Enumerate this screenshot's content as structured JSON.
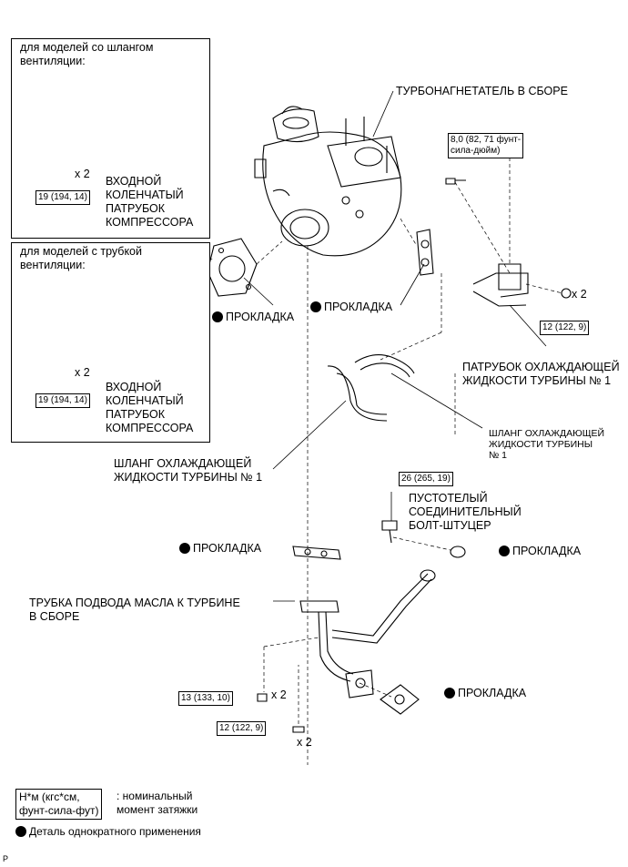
{
  "insets": {
    "hose_title": "для моделей со шлангом\nвентиляции:",
    "pipe_title": "для моделей с трубкой\nвентиляции:",
    "elbow_label": "ВХОДНОЙ\nКОЛЕНЧАТЫЙ\nПАТРУБОК\nКОМПРЕССОРА",
    "qty2": "x 2",
    "torque_19": "19 (194, 14)"
  },
  "labels": {
    "turbo_assy": "ТУРБОНАГНЕТАТЕЛЬ В СБОРЕ",
    "gasket": "ПРОКЛАДКА",
    "coolant_pipe": "ПАТРУБОК ОХЛАЖДАЮЩЕЙ\nЖИДКОСТИ ТУРБИНЫ № 1",
    "coolant_hose_right": "ШЛАНГ ОХЛАЖДАЮЩЕЙ\nЖИДКОСТИ ТУРБИНЫ\n№ 1",
    "coolant_hose_left": "ШЛАНГ ОХЛАЖДАЮЩЕЙ\nЖИДКОСТИ ТУРБИНЫ № 1",
    "union_bolt": "ПУСТОТЕЛЫЙ\nСОЕДИНИТЕЛЬНЫЙ\nБОЛТ-ШТУЦЕР",
    "oil_pipe": "ТРУБКА ПОДВОДА МАСЛА К ТУРБИНЕ\nВ СБОРЕ",
    "qty2": "x 2"
  },
  "torques": {
    "t8": "8,0 (82, 71 фунт-\nсила-дюйм)",
    "t12": "12 (122, 9)",
    "t26": "26 (265, 19)",
    "t13": "13 (133, 10)"
  },
  "legend": {
    "unit_box": "Н*м (кгс*см,\nфунт-сила-фут)",
    "unit_desc": ": номинальный\nмомент затяжки",
    "single_use": "Деталь однократного применения"
  },
  "footer_code": "P"
}
